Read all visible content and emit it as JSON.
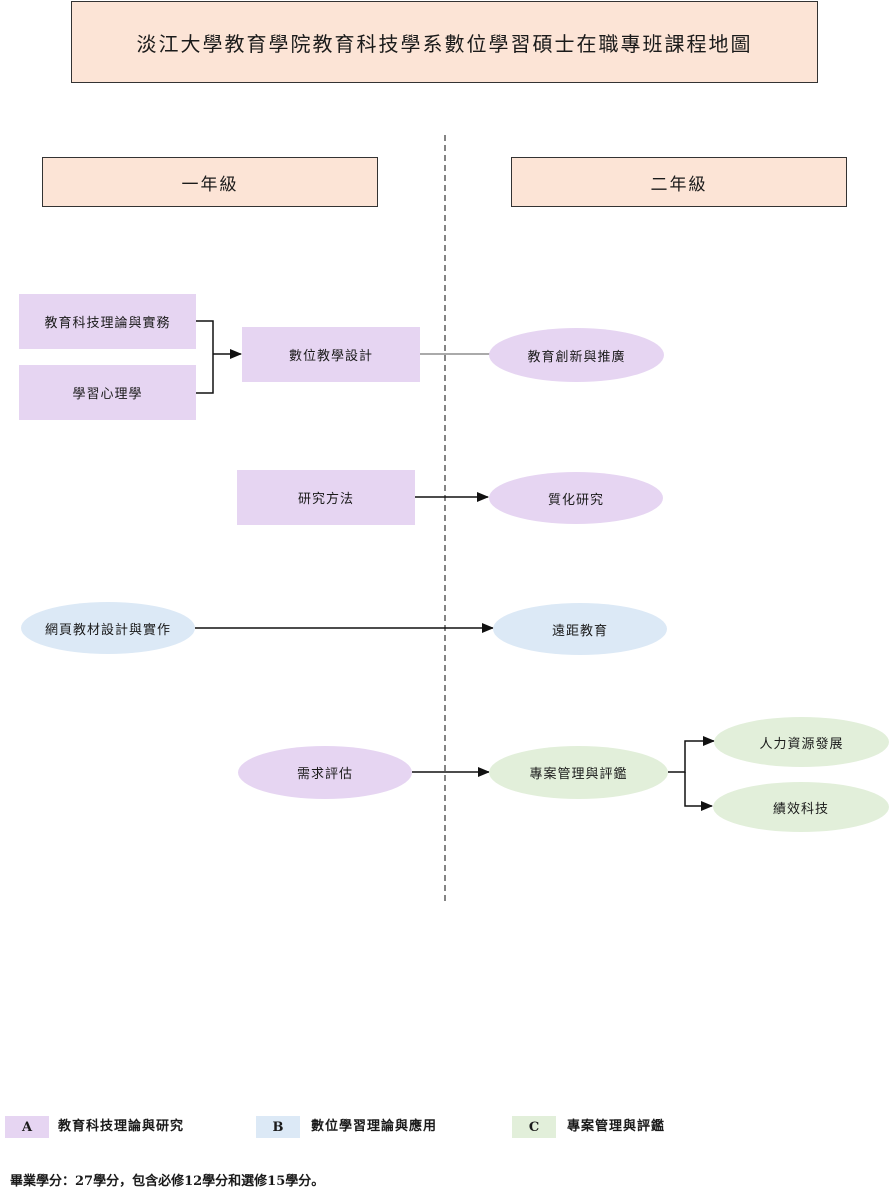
{
  "title": "淡江大學教育學院教育科技學系數位學習碩士在職專班課程地圖",
  "years": {
    "first": "一年級",
    "second": "二年級"
  },
  "courses": {
    "edu_tech_theory": "教育科技理論與實務",
    "learning_psych": "學習心理學",
    "digital_instr_design": "數位教學設計",
    "edu_innovation": "教育創新與推廣",
    "research_methods": "研究方法",
    "qualitative_research": "質化研究",
    "web_materials": "網頁教材設計與實作",
    "distance_edu": "遠距教育",
    "needs_assessment": "需求評估",
    "project_mgmt": "專案管理與評鑑",
    "hrd": "人力資源發展",
    "performance_tech": "績效科技"
  },
  "legend": [
    {
      "code": "A",
      "label": "教育科技理論與研究",
      "color": "#e6d5f2"
    },
    {
      "code": "B",
      "label": "數位學習理論與應用",
      "color": "#dce9f6"
    },
    {
      "code": "C",
      "label": "專案管理與評鑑",
      "color": "#e2efda"
    }
  ],
  "footer": "畢業學分：27學分，包含必修12學分和選修15學分。"
}
